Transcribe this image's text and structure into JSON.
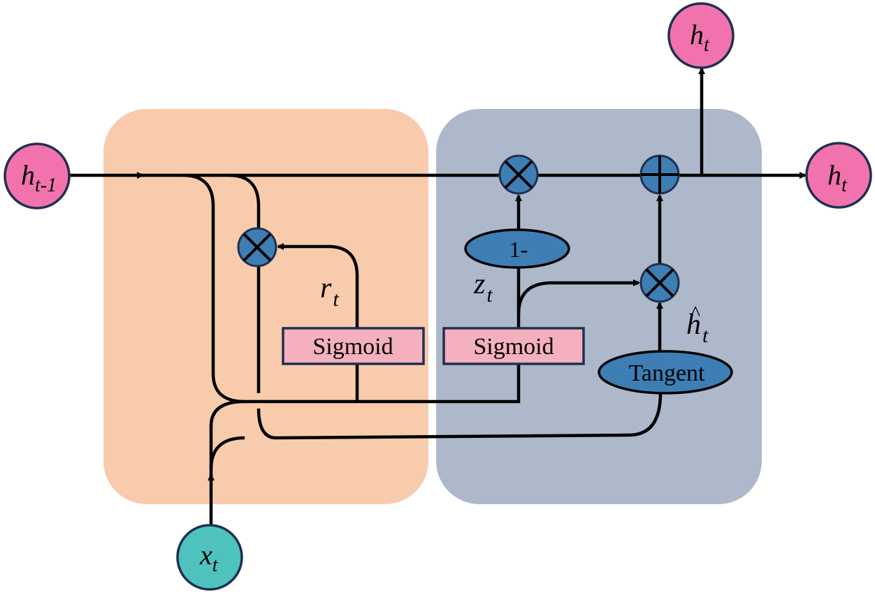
{
  "nodes": {
    "h_prev": {
      "base": "h",
      "sub": "t-1"
    },
    "h_out_right": {
      "base": "h",
      "sub": "t"
    },
    "h_out_top": {
      "base": "h",
      "sub": "t"
    },
    "x_in": {
      "base": "x",
      "sub": "t"
    }
  },
  "gates": {
    "reset_sigmoid": "Sigmoid",
    "update_sigmoid": "Sigmoid",
    "one_minus": "1-",
    "tangent": "Tangent"
  },
  "labels": {
    "r": {
      "base": "r",
      "sub": "t"
    },
    "z": {
      "base": "z",
      "sub": "t"
    },
    "h_hat": {
      "base": "h",
      "hat": "^",
      "sub": "t"
    }
  },
  "colors": {
    "reset_panel": "#F8CBAD",
    "update_panel": "#ADB9CA",
    "io_node_h": "#F272AE",
    "io_node_x": "#4EC3BE",
    "operator": "#3E7EB5",
    "sigmoid_box": "#F5B0BE",
    "outline": "#1F3050"
  }
}
